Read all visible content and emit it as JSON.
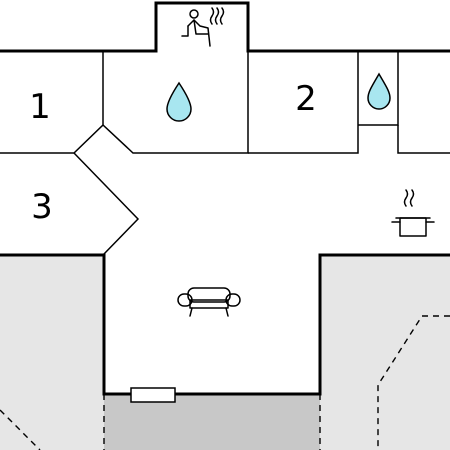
{
  "floorplan": {
    "rooms": [
      {
        "id": "bedroom-1",
        "label": "1"
      },
      {
        "id": "bedroom-2",
        "label": "2"
      },
      {
        "id": "bedroom-3",
        "label": "3"
      }
    ],
    "icons": [
      "sauna-icon",
      "water-drop-icon",
      "water-drop-icon",
      "cooking-pot-icon",
      "sofa-icon"
    ],
    "colors": {
      "wall": "#000000",
      "outdoor_area": "#e6e6e6",
      "terrace": "#c8c8c8",
      "water": "#a8e6f0"
    }
  }
}
